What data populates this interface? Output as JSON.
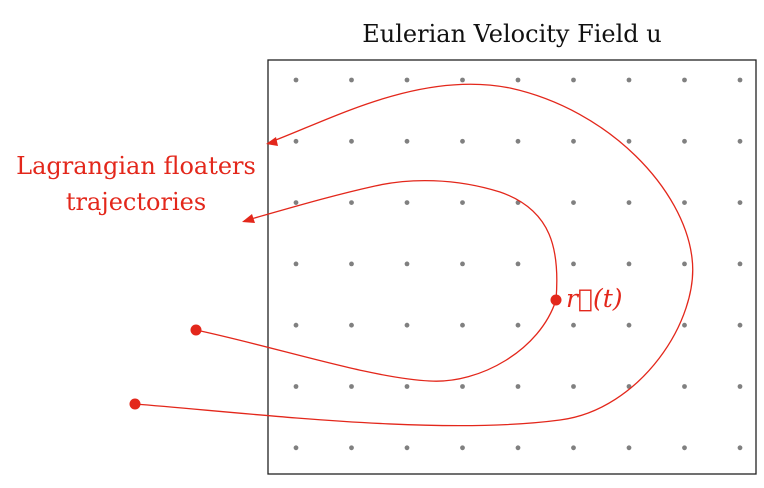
{
  "title": "Eulerian Velocity Field u",
  "floaters_label": {
    "line1": "Lagrangian floaters",
    "line2": "trajectories"
  },
  "position_label": "r⃗(t)",
  "colors": {
    "trajectory": "#e3271b",
    "grid_dot": "#808080",
    "frame": "#222222"
  }
}
